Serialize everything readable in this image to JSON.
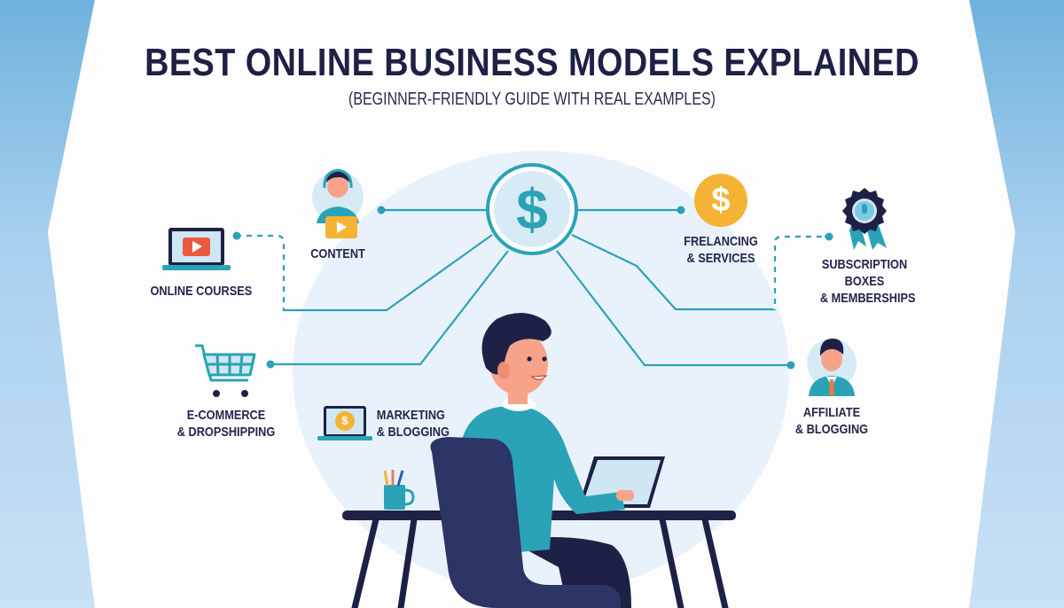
{
  "header": {
    "title": "BEST ONLINE BUSINESS MODELS EXPLAINED",
    "subtitle": "(BEGINNER-FRIENDLY GUIDE WITH REAL EXAMPLES)"
  },
  "center": {
    "icon": "dollar-circle-icon",
    "glyph": "$"
  },
  "models": [
    {
      "id": "content",
      "label": "CONTENT",
      "icon": "headset-person-video-icon"
    },
    {
      "id": "online-courses",
      "label": "ONLINE COURSES",
      "icon": "laptop-video-icon"
    },
    {
      "id": "ecommerce",
      "label_line1": "E-COMMERCE",
      "label_line2": "& DROPSHIPPING",
      "icon": "shopping-cart-icon"
    },
    {
      "id": "marketing",
      "label_line1": "MARKETING",
      "label_line2": "& BLOGGING",
      "icon": "laptop-dollar-icon",
      "glyph": "$"
    },
    {
      "id": "freelancing",
      "label_line1": "FRELANCING",
      "label_line2": "& SERVICES",
      "icon": "dollar-coin-icon",
      "glyph": "$"
    },
    {
      "id": "subscription",
      "label_line1": "SUBSCRIPTION",
      "label_line2": "BOXES",
      "label_line3": "& MEMBERSHIPS",
      "icon": "badge-ribbon-icon"
    },
    {
      "id": "affiliate",
      "label_line1": "AFFILIATE",
      "label_line2": "& BLOGGING",
      "icon": "businessman-icon"
    }
  ],
  "colors": {
    "title": "#1e2145",
    "accent_teal": "#2aa3b6",
    "coin_yellow": "#f5b335",
    "navy": "#23264a",
    "play_red": "#ea5a3e",
    "background_blue": "#a9d0ef"
  }
}
